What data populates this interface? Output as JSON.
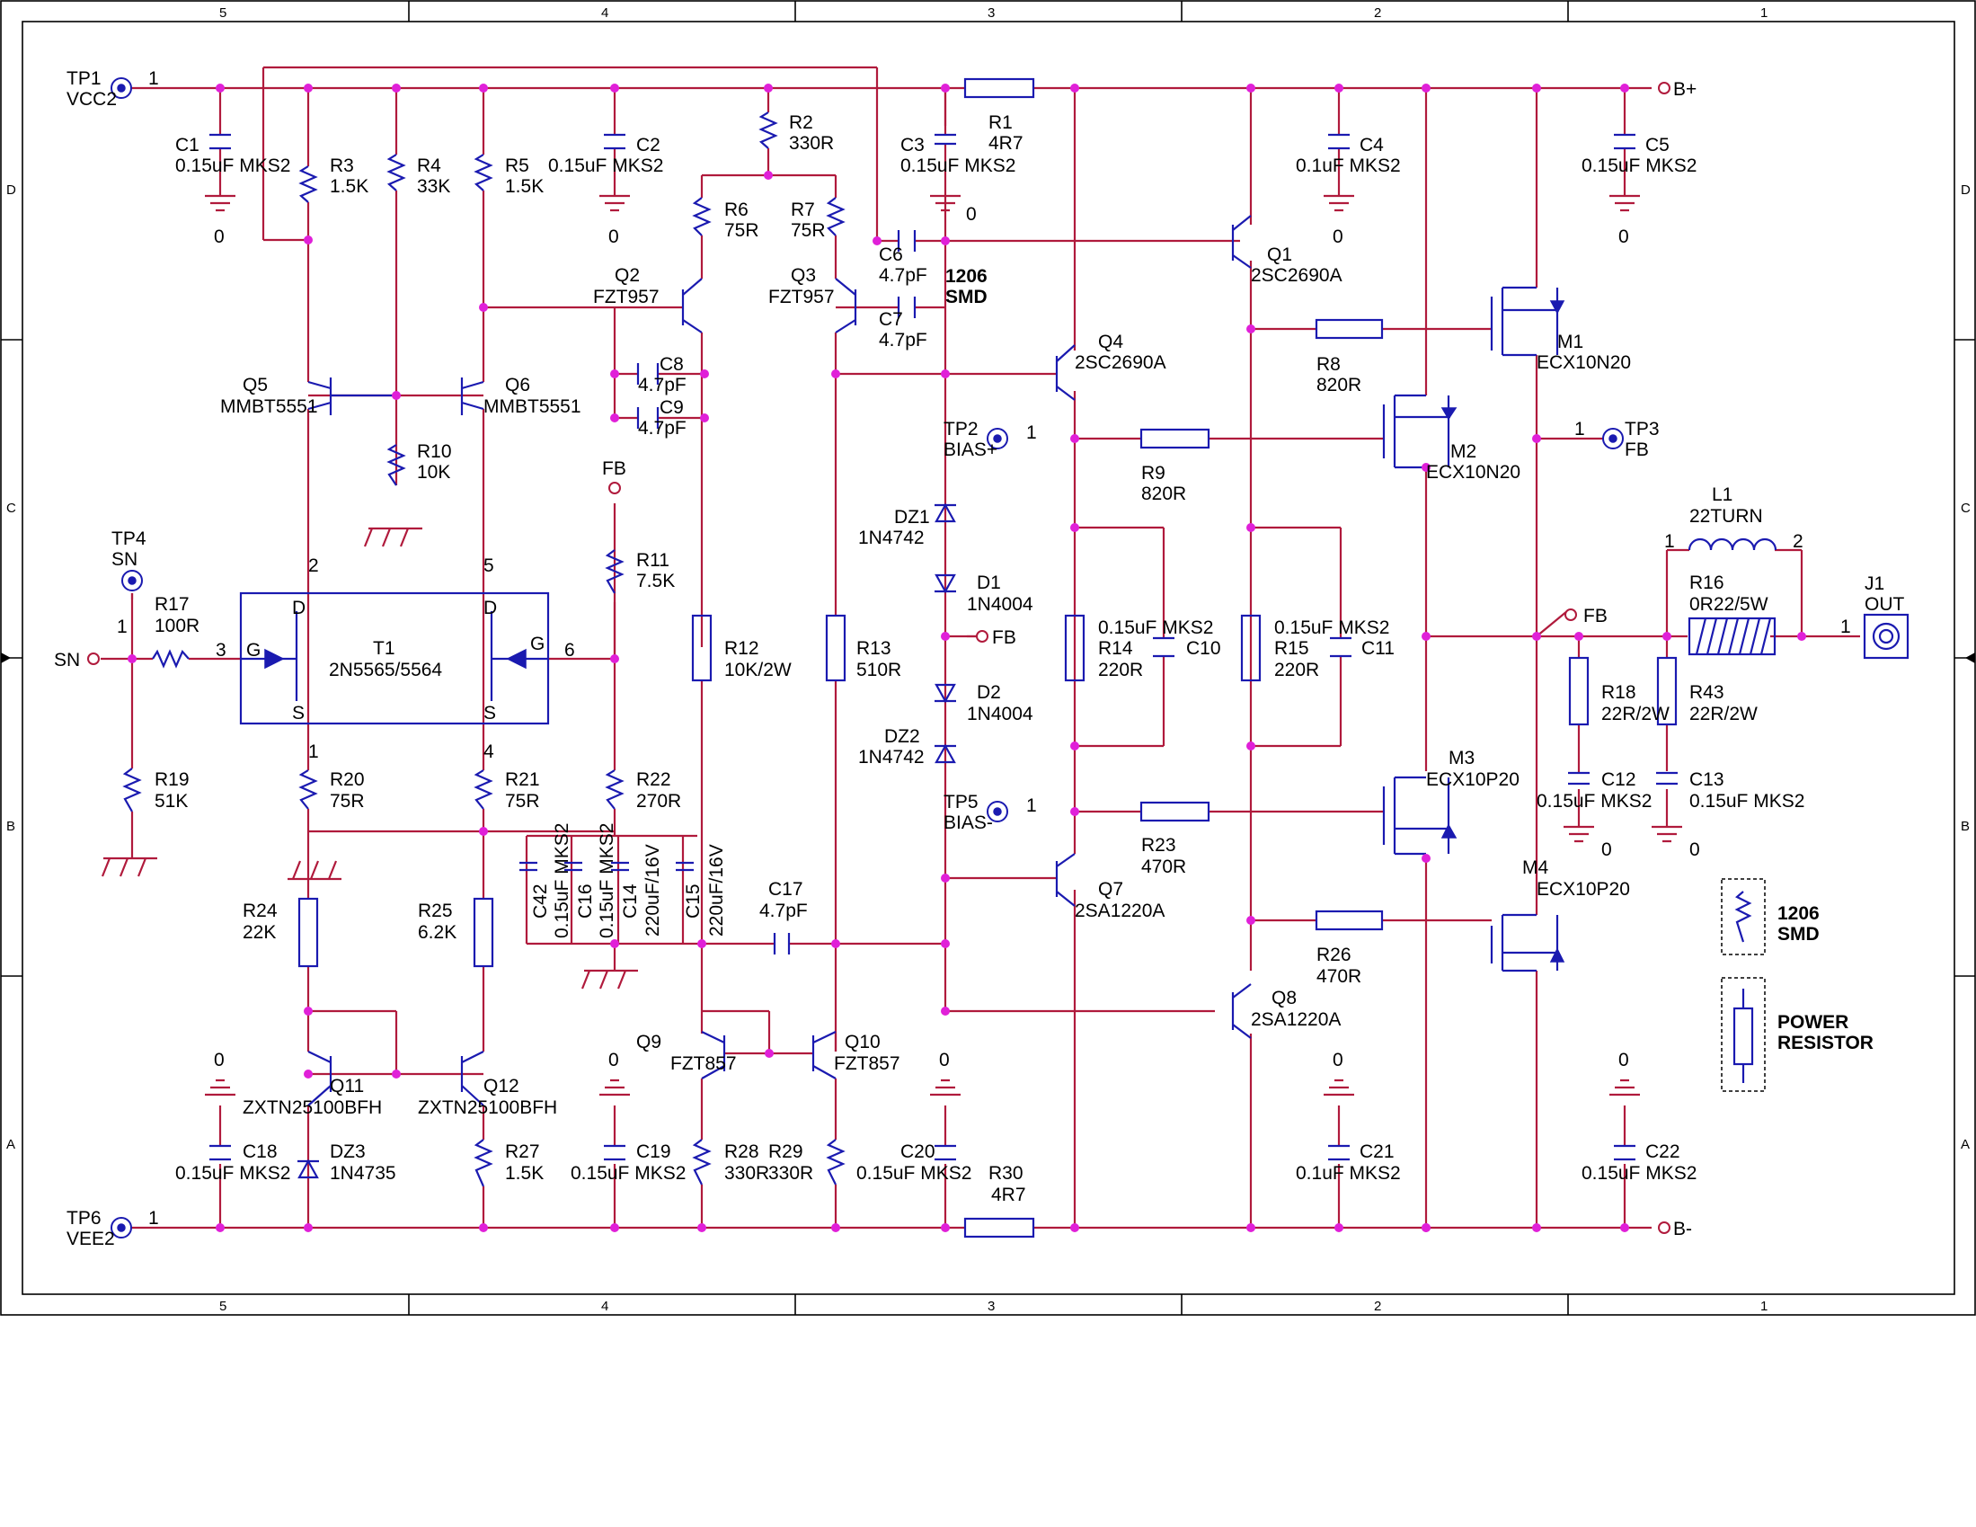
{
  "frame": {
    "columns": [
      "5",
      "4",
      "3",
      "2",
      "1"
    ],
    "rows": [
      "D",
      "C",
      "B",
      "A"
    ]
  },
  "nets": {
    "b_plus": "B+",
    "b_minus": "B-",
    "fb": "FB",
    "gnd_ref": "0"
  },
  "testpoints": {
    "tp1": {
      "ref": "TP1",
      "net": "VCC2",
      "pin": "1"
    },
    "tp6": {
      "ref": "TP6",
      "net": "VEE2",
      "pin": "1"
    },
    "tp4": {
      "ref": "TP4",
      "net": "SN",
      "pin": "1"
    },
    "tp2": {
      "ref": "TP2",
      "net": "BIAS+",
      "pin": "1"
    },
    "tp5": {
      "ref": "TP5",
      "net": "BIAS-",
      "pin": "1"
    },
    "tp3": {
      "ref": "TP3",
      "net": "FB",
      "pin": "1"
    },
    "sn_port": "SN",
    "j1": {
      "ref": "J1",
      "net": "OUT",
      "pin": "1"
    }
  },
  "components": {
    "c1": {
      "ref": "C1",
      "value": "0.15uF MKS2"
    },
    "c2": {
      "ref": "C2",
      "value": "0.15uF MKS2"
    },
    "c3": {
      "ref": "C3",
      "value": "0.15uF MKS2"
    },
    "c4": {
      "ref": "C4",
      "value": "0.1uF MKS2"
    },
    "c5": {
      "ref": "C5",
      "value": "0.15uF MKS2"
    },
    "r1": {
      "ref": "R1",
      "value": "4R7"
    },
    "r2": {
      "ref": "R2",
      "value": "330R"
    },
    "r3": {
      "ref": "R3",
      "value": "1.5K"
    },
    "r4": {
      "ref": "R4",
      "value": "33K"
    },
    "r5": {
      "ref": "R5",
      "value": "1.5K"
    },
    "r6": {
      "ref": "R6",
      "value": "75R"
    },
    "r7": {
      "ref": "R7",
      "value": "75R"
    },
    "q1": {
      "ref": "Q1",
      "value": "2SC2690A"
    },
    "q2": {
      "ref": "Q2",
      "value": "FZT957"
    },
    "q3": {
      "ref": "Q3",
      "value": "FZT957"
    },
    "q4": {
      "ref": "Q4",
      "value": "2SC2690A"
    },
    "c6": {
      "ref": "C6",
      "value": "4.7pF"
    },
    "c7": {
      "ref": "C7",
      "value": "4.7pF"
    },
    "smd_note": [
      "1206",
      "SMD"
    ],
    "c8": {
      "ref": "C8",
      "value": "4.7pF"
    },
    "c9": {
      "ref": "C9",
      "value": "4.7pF"
    },
    "r8": {
      "ref": "R8",
      "value": "820R"
    },
    "m1": {
      "ref": "M1",
      "value": "ECX10N20"
    },
    "m2": {
      "ref": "M2",
      "value": "ECX10N20"
    },
    "q5": {
      "ref": "Q5",
      "value": "MMBT5551"
    },
    "q6": {
      "ref": "Q6",
      "value": "MMBT5551"
    },
    "r9": {
      "ref": "R9",
      "value": "820R"
    },
    "r10": {
      "ref": "R10",
      "value": "10K"
    },
    "dz1": {
      "ref": "DZ1",
      "value": "1N4742"
    },
    "r11": {
      "ref": "R11",
      "value": "7.5K"
    },
    "l1": {
      "ref": "L1",
      "value": "22TURN"
    },
    "r17": {
      "ref": "R17",
      "value": "100R"
    },
    "d1": {
      "ref": "D1",
      "value": "1N4004"
    },
    "t1": {
      "ref": "T1",
      "value": "2N5565/5564"
    },
    "r12": {
      "ref": "R12",
      "value": "10K/2W"
    },
    "r13": {
      "ref": "R13",
      "value": "510R"
    },
    "c10": {
      "ref": "C10",
      "value": "0.15uF MKS2"
    },
    "c11": {
      "ref": "C11",
      "value": "0.15uF MKS2"
    },
    "r14": {
      "ref": "R14",
      "value": "220R"
    },
    "r15": {
      "ref": "R15",
      "value": "220R"
    },
    "r16": {
      "ref": "R16",
      "value": "0R22/5W"
    },
    "d2": {
      "ref": "D2",
      "value": "1N4004"
    },
    "dz2": {
      "ref": "DZ2",
      "value": "1N4742"
    },
    "r18": {
      "ref": "R18",
      "value": "22R/2W"
    },
    "r43": {
      "ref": "R43",
      "value": "22R/2W"
    },
    "r19": {
      "ref": "R19",
      "value": "51K"
    },
    "r20": {
      "ref": "R20",
      "value": "75R"
    },
    "r21": {
      "ref": "R21",
      "value": "75R"
    },
    "r22": {
      "ref": "R22",
      "value": "270R"
    },
    "m3": {
      "ref": "M3",
      "value": "ECX10P20"
    },
    "c12": {
      "ref": "C12",
      "value": "0.15uF MKS2"
    },
    "c13": {
      "ref": "C13",
      "value": "0.15uF MKS2"
    },
    "r23": {
      "ref": "R23",
      "value": "470R"
    },
    "c42": {
      "ref": "C42",
      "value": "0.15uF MKS2"
    },
    "c16": {
      "ref": "C16",
      "value": "0.15uF MKS2"
    },
    "c14": {
      "ref": "C14",
      "value": "220uF/16V"
    },
    "c15": {
      "ref": "C15",
      "value": "220uF/16V"
    },
    "c17": {
      "ref": "C17",
      "value": "4.7pF"
    },
    "q7": {
      "ref": "Q7",
      "value": "2SA1220A"
    },
    "m4": {
      "ref": "M4",
      "value": "ECX10P20"
    },
    "r24": {
      "ref": "R24",
      "value": "22K"
    },
    "r25": {
      "ref": "R25",
      "value": "6.2K"
    },
    "r26": {
      "ref": "R26",
      "value": "470R"
    },
    "q8": {
      "ref": "Q8",
      "value": "2SA1220A"
    },
    "q9": {
      "ref": "Q9",
      "value": "FZT857"
    },
    "q10": {
      "ref": "Q10",
      "value": "FZT857"
    },
    "q11": {
      "ref": "Q11",
      "value": "ZXTN25100BFH"
    },
    "q12": {
      "ref": "Q12",
      "value": "ZXTN25100BFH"
    },
    "c18": {
      "ref": "C18",
      "value": "0.15uF MKS2"
    },
    "c19": {
      "ref": "C19",
      "value": "0.15uF MKS2"
    },
    "c20": {
      "ref": "C20",
      "value": "0.15uF MKS2"
    },
    "c21": {
      "ref": "C21",
      "value": "0.1uF MKS2"
    },
    "c22": {
      "ref": "C22",
      "value": "0.15uF MKS2"
    },
    "dz3": {
      "ref": "DZ3",
      "value": "1N4735"
    },
    "r27": {
      "ref": "R27",
      "value": "1.5K"
    },
    "r28": {
      "ref": "R28",
      "value": "330R"
    },
    "r29": {
      "ref": "R29",
      "value": "330R"
    },
    "r30": {
      "ref": "R30",
      "value": "4R7"
    }
  },
  "t1_pins": {
    "p1": "1",
    "p2": "2",
    "p3": "3",
    "p4": "4",
    "p5": "5",
    "p6": "6",
    "g": "G",
    "d": "D",
    "s": "S"
  },
  "l1_pins": {
    "p1": "1",
    "p2": "2"
  },
  "legend": {
    "smd_label": [
      "1206",
      "SMD"
    ],
    "power_label": [
      "POWER",
      "RESISTOR"
    ]
  }
}
